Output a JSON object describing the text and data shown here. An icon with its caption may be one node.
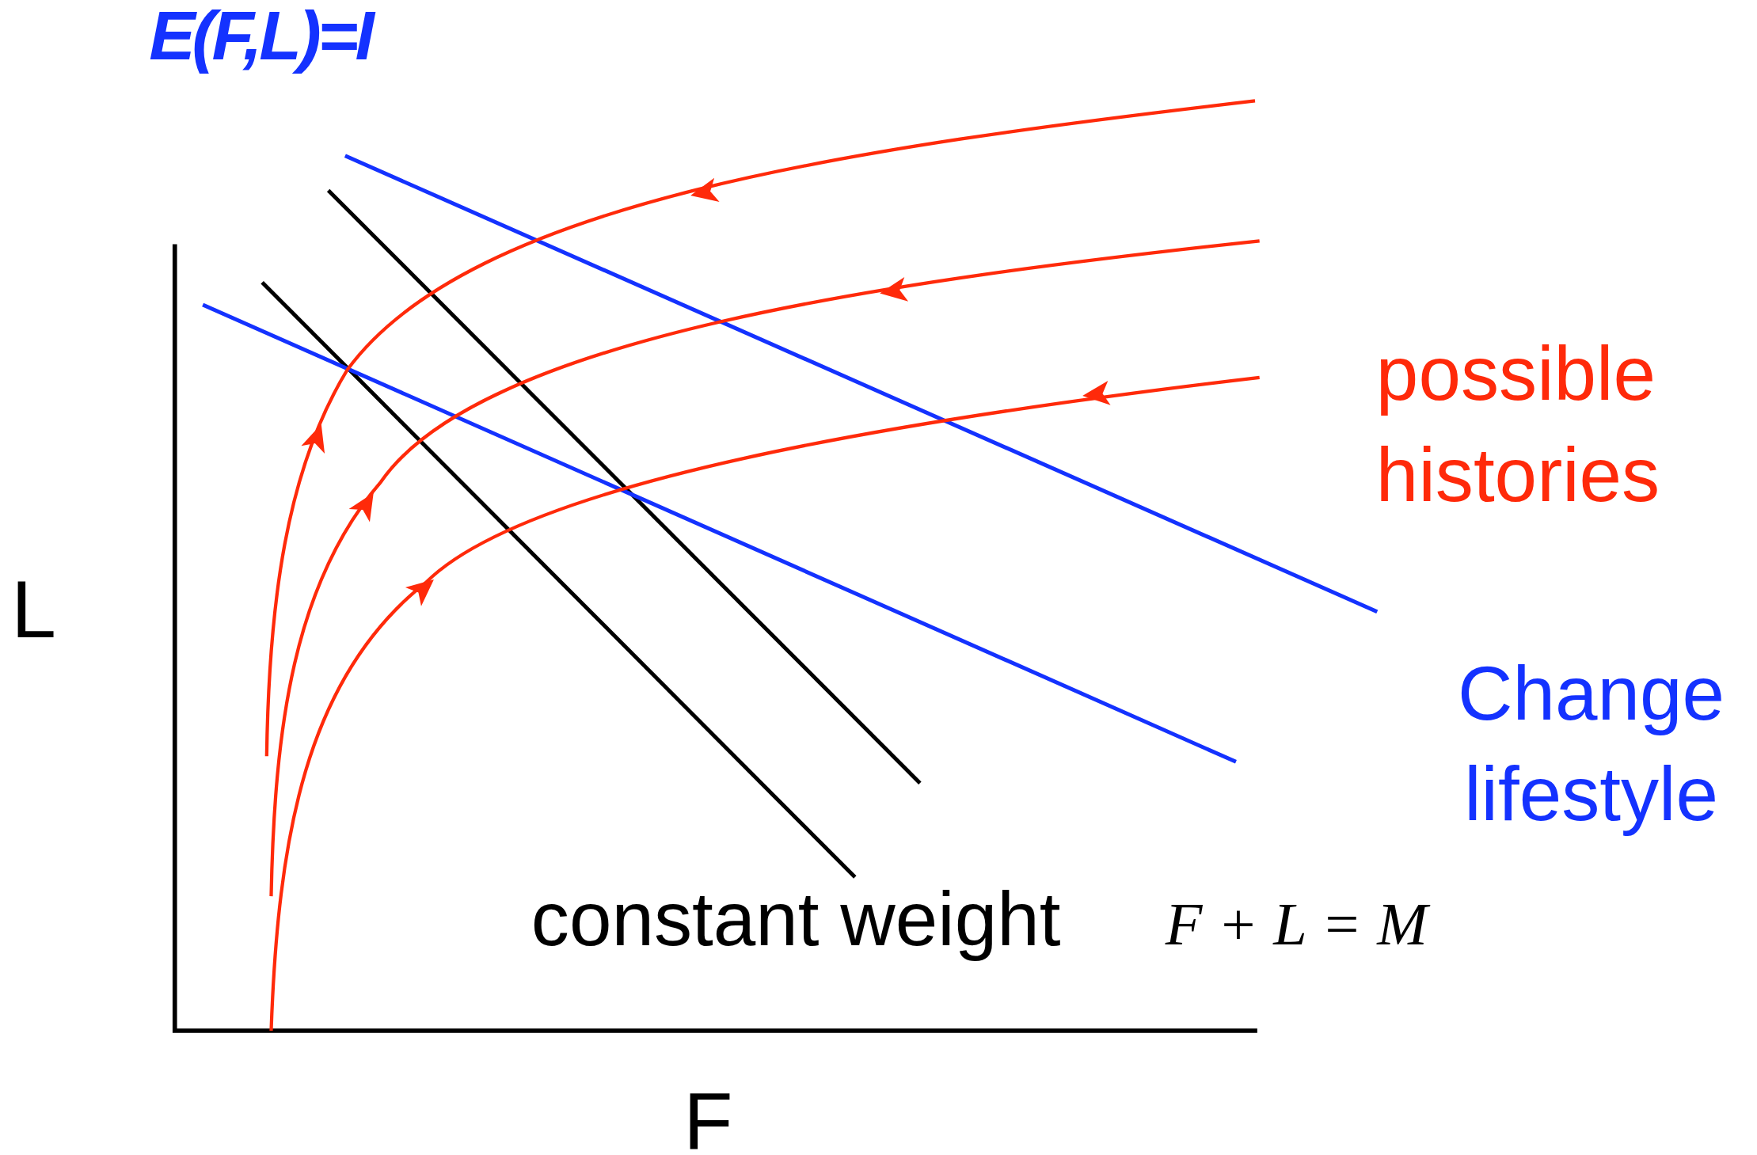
{
  "diagram": {
    "labels": [
      "E(F,L)=I",
      "possible histories",
      "L",
      "Change lifestyle",
      "constant weight",
      "F + L = M",
      "F"
    ]
  }
}
